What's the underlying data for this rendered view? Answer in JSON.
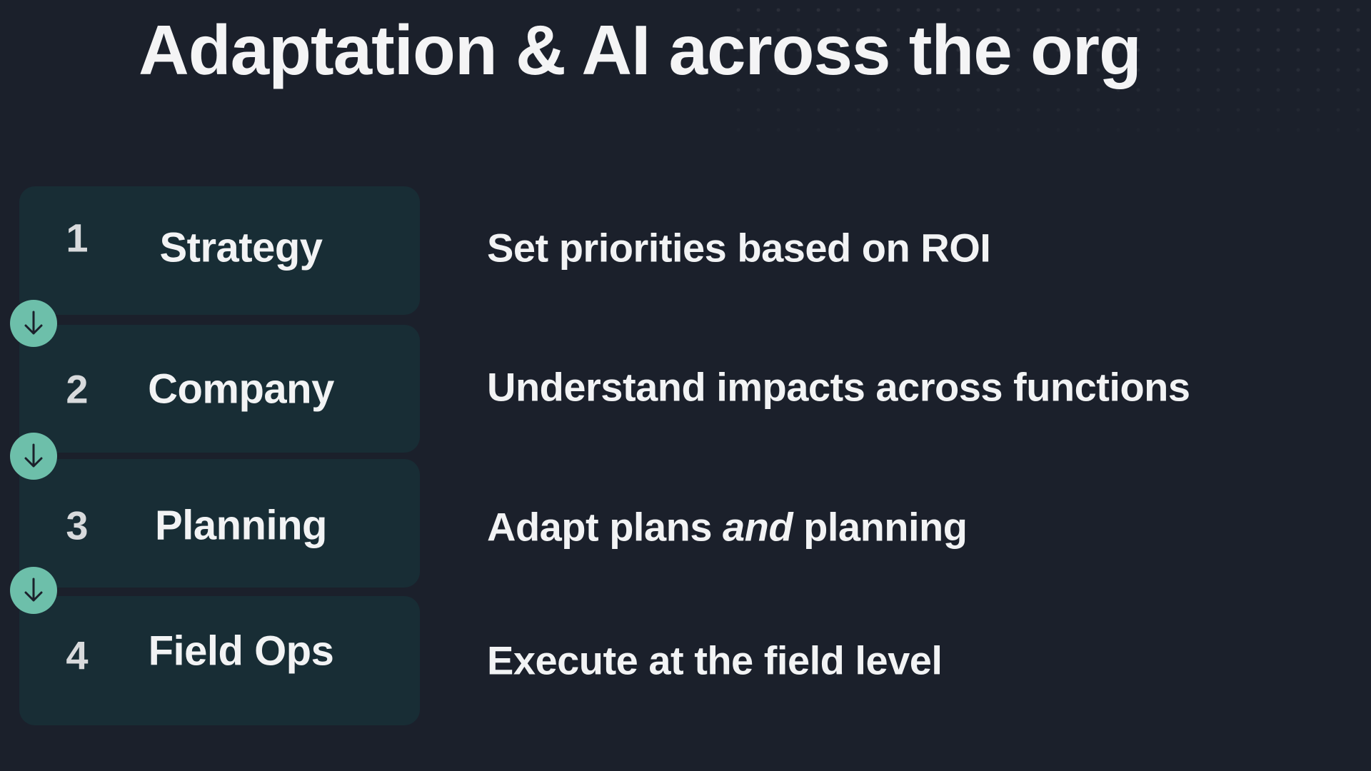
{
  "title": "Adaptation & AI across the org",
  "colors": {
    "background": "#1b202b",
    "box": "#182d35",
    "arrow_circle": "#6dbfaa",
    "text": "#f2f3f4"
  },
  "steps": [
    {
      "number": "1",
      "label": "Strategy",
      "description": "Set priorities based on ROI"
    },
    {
      "number": "2",
      "label": "Company",
      "description": "Understand impacts across functions"
    },
    {
      "number": "3",
      "label": "Planning",
      "description_before": "Adapt plans ",
      "description_em": "and",
      "description_after": " planning"
    },
    {
      "number": "4",
      "label": "Field Ops",
      "description": "Execute at the field level"
    }
  ],
  "connector_icon": "arrow-down-icon"
}
